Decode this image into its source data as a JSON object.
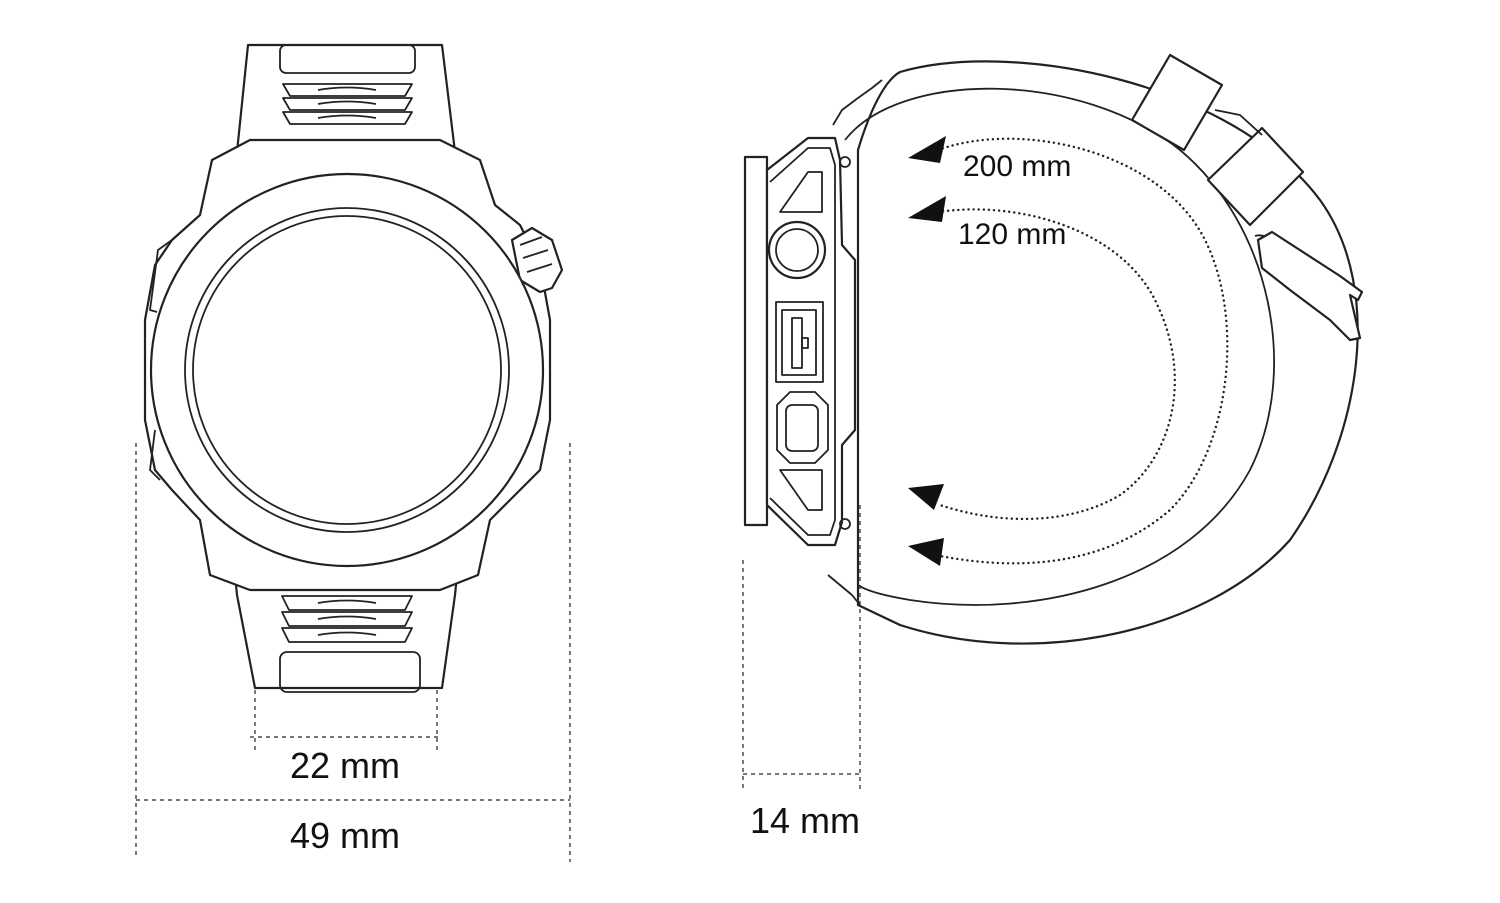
{
  "dimensions": {
    "band_width": "22 mm",
    "case_diameter": "49 mm",
    "case_thickness": "14 mm",
    "strap_max": "200 mm",
    "strap_min": "120 mm"
  },
  "colors": {
    "line": "#222222",
    "background": "#ffffff"
  }
}
